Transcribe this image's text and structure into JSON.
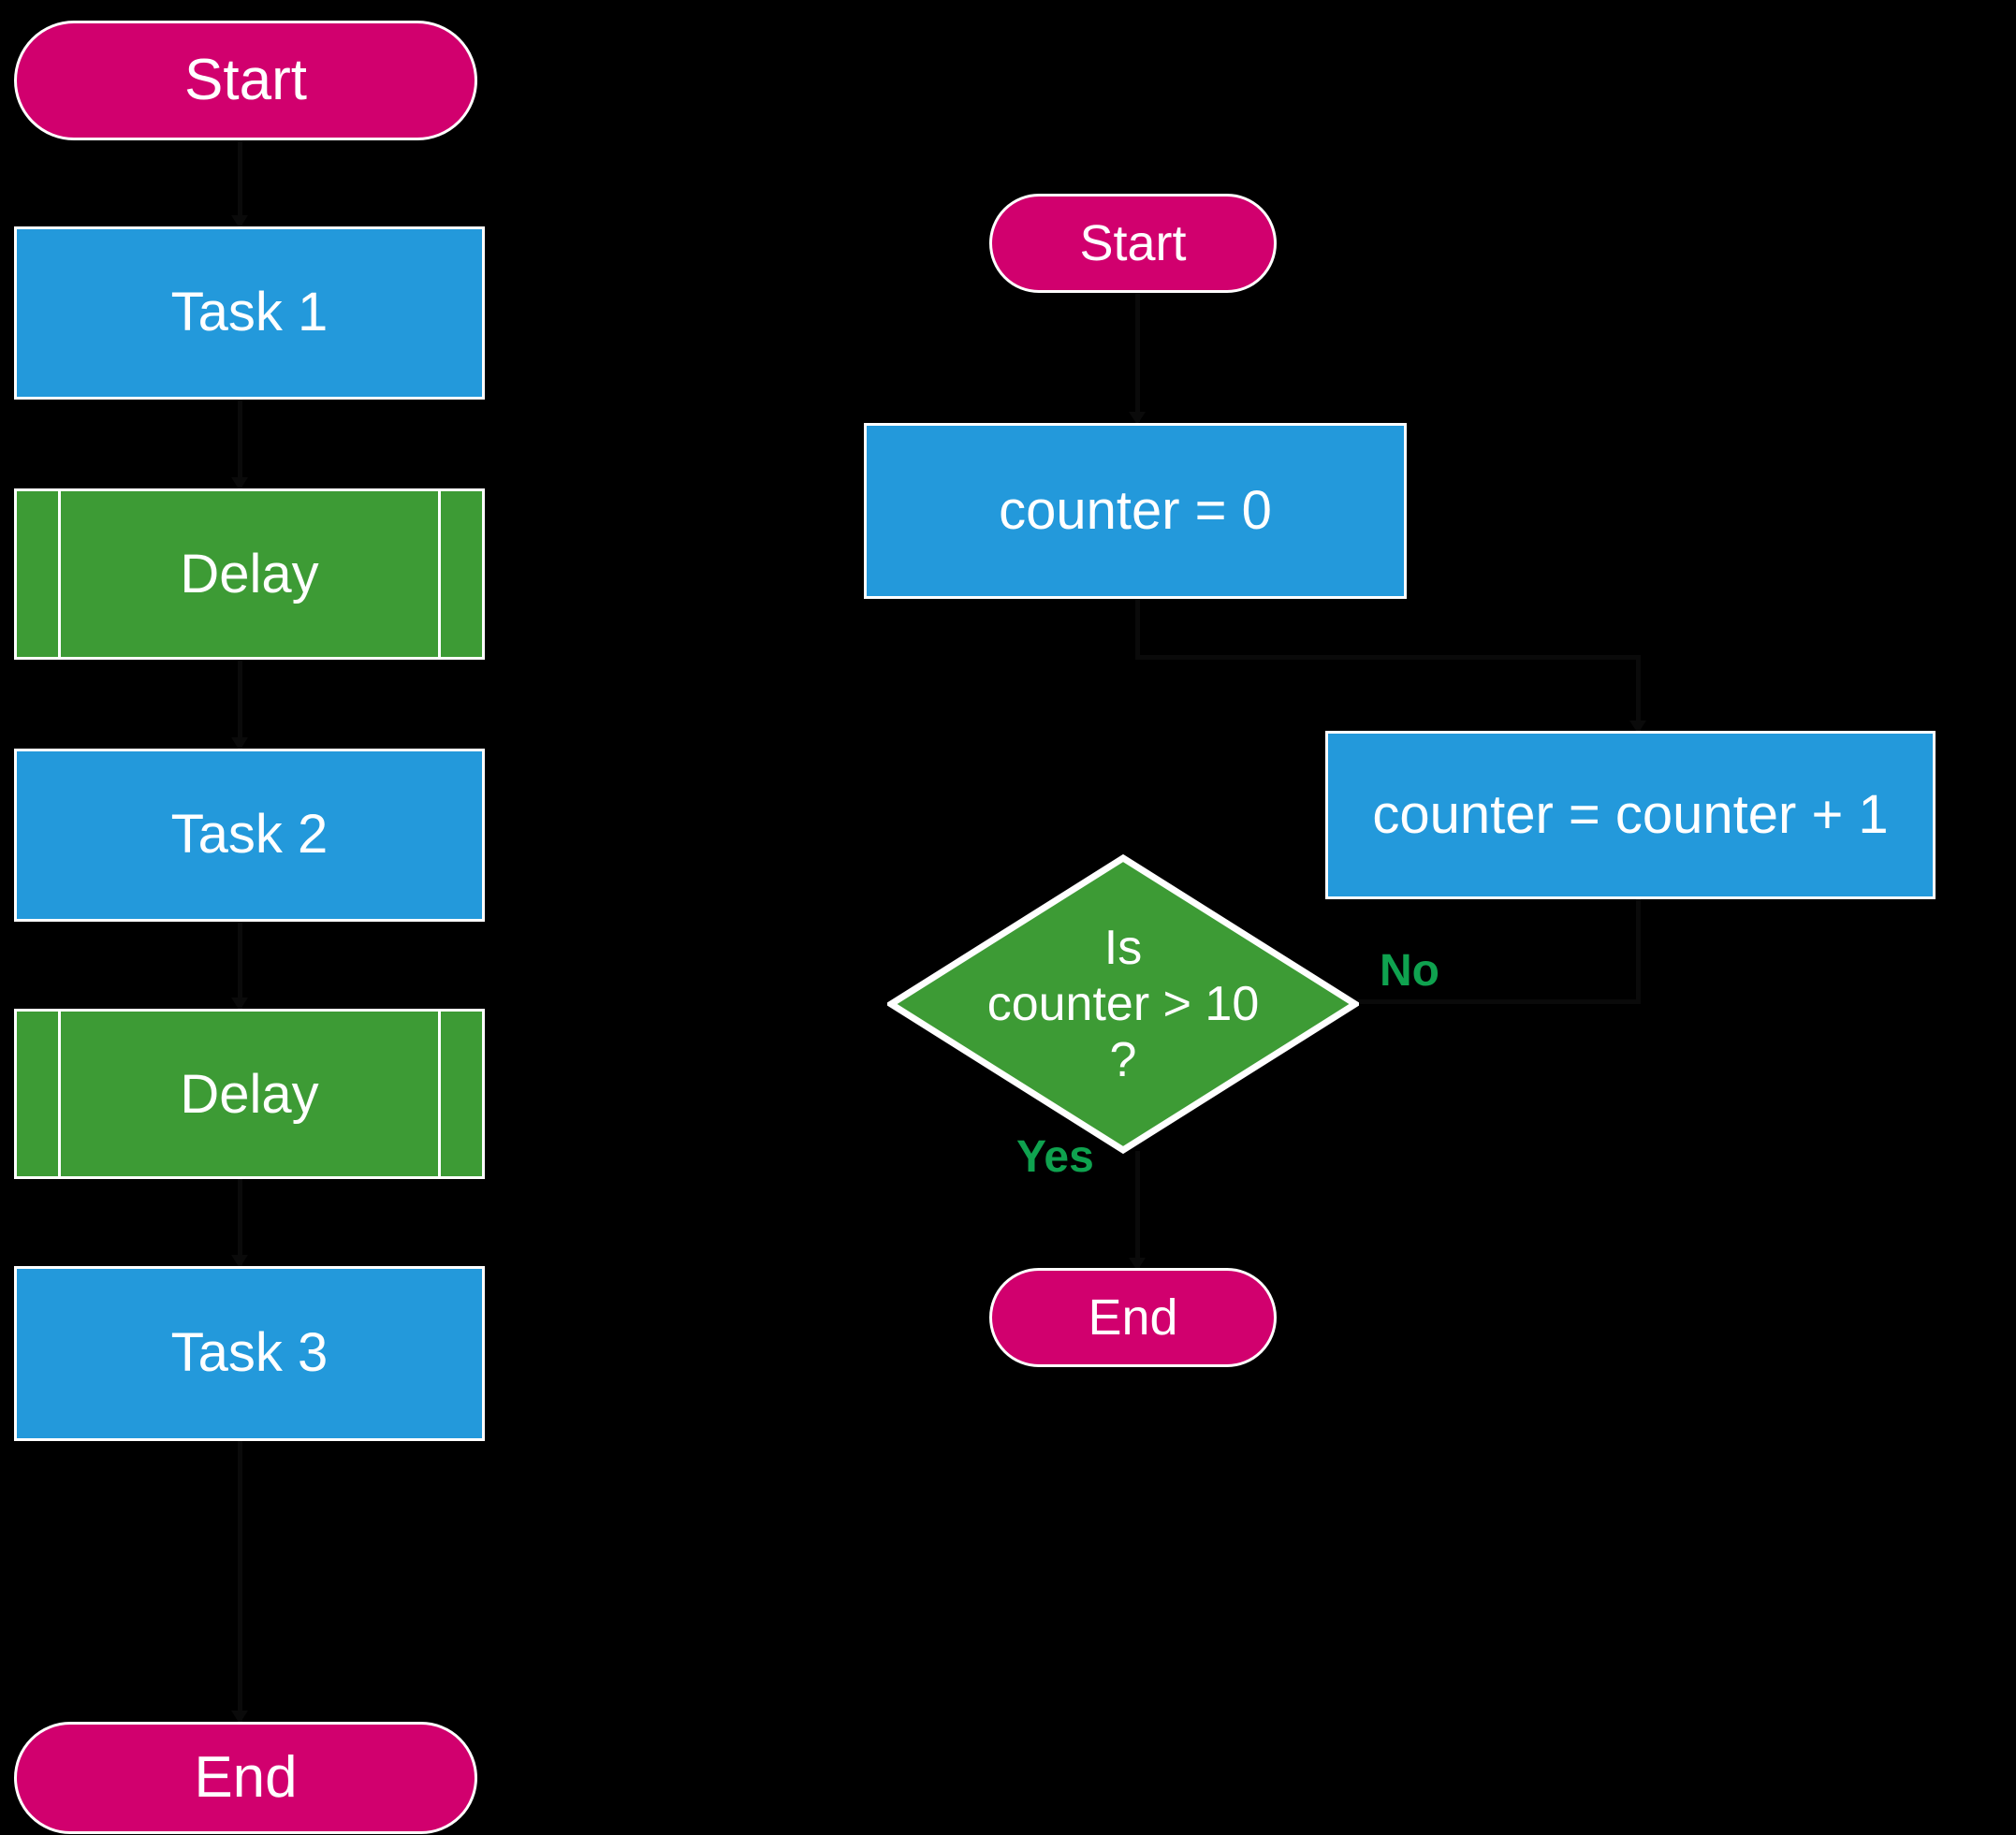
{
  "diagram": {
    "title": "Flowchart comparison: sequential delay flow and counter loop",
    "background_color": "#000000",
    "palette": {
      "terminator_fill": "#d1006e",
      "process_fill": "#2399db",
      "delay_fill": "#3d9b35",
      "decision_fill": "#3d9b35",
      "shape_outline": "#ffffff",
      "node_text": "#ffffff",
      "edge_label_text": "#0fa24f",
      "connector": "#0a0a0a"
    }
  },
  "left_flow": {
    "name": "sequential-task-delay-flow",
    "nodes": [
      {
        "id": "l-start",
        "type": "terminator",
        "label": "Start"
      },
      {
        "id": "l-task1",
        "type": "process",
        "label": "Task 1"
      },
      {
        "id": "l-delay1",
        "type": "delay",
        "label": "Delay"
      },
      {
        "id": "l-task2",
        "type": "process",
        "label": "Task 2"
      },
      {
        "id": "l-delay2",
        "type": "delay",
        "label": "Delay"
      },
      {
        "id": "l-task3",
        "type": "process",
        "label": "Task 3"
      },
      {
        "id": "l-end",
        "type": "terminator",
        "label": "End"
      }
    ]
  },
  "right_flow": {
    "name": "counter-loop-flow",
    "nodes": [
      {
        "id": "r-start",
        "type": "terminator",
        "label": "Start"
      },
      {
        "id": "r-init",
        "type": "process",
        "label": "counter = 0"
      },
      {
        "id": "r-increment",
        "type": "process",
        "label": "counter = counter + 1"
      },
      {
        "id": "r-decision",
        "type": "decision",
        "label_lines": [
          "Is",
          "counter > 10",
          "?"
        ]
      },
      {
        "id": "r-end",
        "type": "terminator",
        "label": "End"
      }
    ],
    "edge_labels": {
      "no": "No",
      "yes": "Yes"
    }
  }
}
